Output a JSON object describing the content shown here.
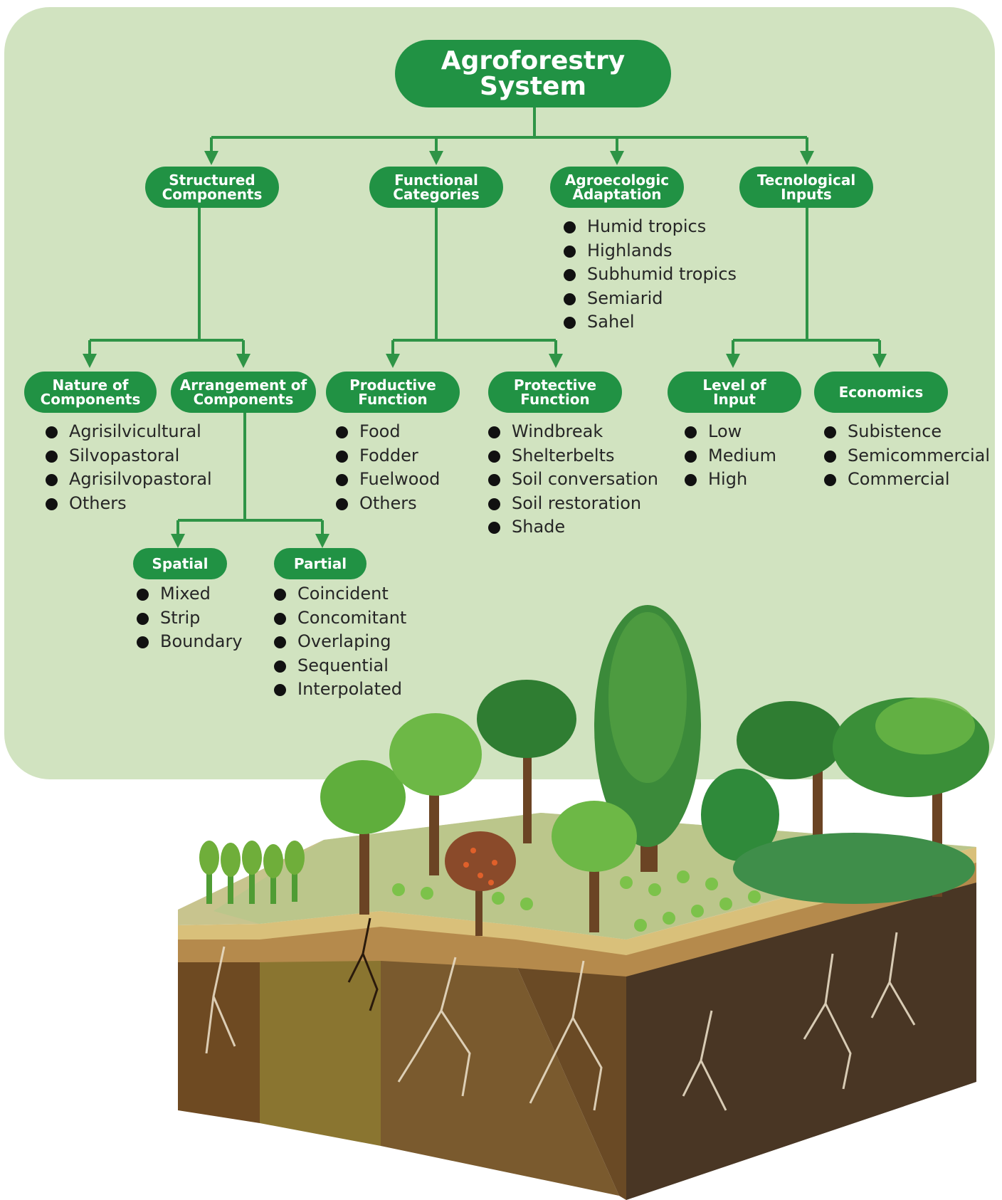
{
  "root": "Agroforestry\nSystem",
  "level1": {
    "structured": "Structured\nComponents",
    "functional": "Functional\nCategories",
    "agroecologic": "Agroecologic\nAdaptation",
    "technological": "Tecnological\nInputs"
  },
  "agroecologic_items": [
    "Humid tropics",
    "Highlands",
    "Subhumid tropics",
    "Semiarid",
    "Sahel"
  ],
  "level2": {
    "nature": "Nature of\nComponents",
    "arrangement": "Arrangement of\nComponents",
    "productive": "Productive\nFunction",
    "protective": "Protective\nFunction",
    "level_input": "Level of\nInput",
    "economics": "Economics"
  },
  "nature_items": [
    "Agrisilvicultural",
    "Silvopastoral",
    "Agrisilvopastoral",
    "Others"
  ],
  "productive_items": [
    "Food",
    "Fodder",
    "Fuelwood",
    "Others"
  ],
  "protective_items": [
    "Windbreak",
    "Shelterbelts",
    "Soil conversation",
    "Soil restoration",
    "Shade"
  ],
  "level_input_items": [
    "Low",
    "Medium",
    "High"
  ],
  "economics_items": [
    "Subistence",
    "Semicommercial",
    "Commercial"
  ],
  "level3": {
    "spatial": "Spatial",
    "partial": "Partial"
  },
  "spatial_items": [
    "Mixed",
    "Strip",
    "Boundary"
  ],
  "partial_items": [
    "Coincident",
    "Concomitant",
    "Overlaping",
    "Sequential",
    "Interpolated"
  ],
  "colors": {
    "panel": "#d1e3c0",
    "pill": "#219244",
    "connector": "#2e9446",
    "bullet": "#111111"
  }
}
